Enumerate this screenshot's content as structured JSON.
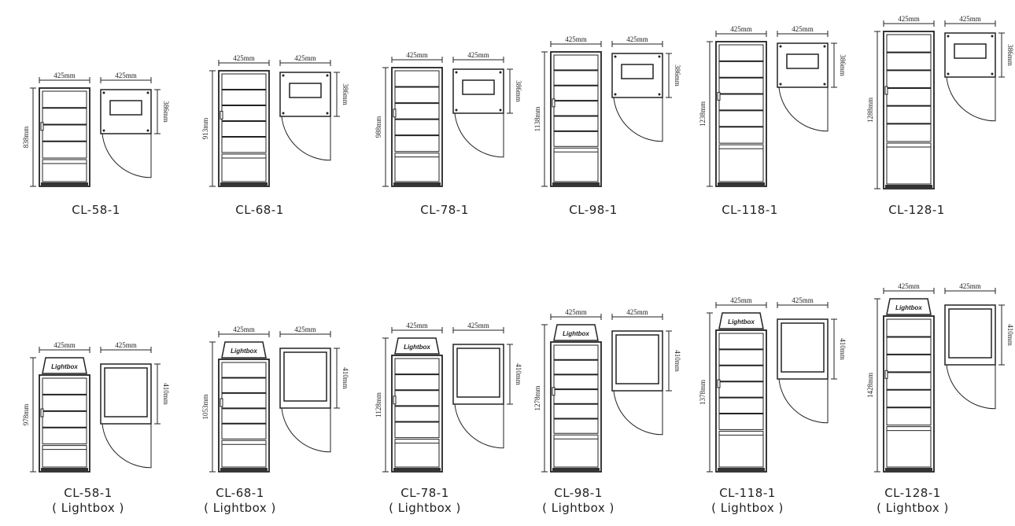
{
  "units": [
    {
      "model": "CL-58-1",
      "sub": "",
      "height": "838mm",
      "width": "425mm",
      "depth": "425mm",
      "plan_height": "386mm",
      "lightbox": false,
      "shelves": 3
    },
    {
      "model": "CL-68-1",
      "sub": "",
      "height": "913mm",
      "width": "425mm",
      "depth": "425mm",
      "plan_height": "386mm",
      "lightbox": false,
      "shelves": 4
    },
    {
      "model": "CL-78-1",
      "sub": "",
      "height": "988mm",
      "width": "425mm",
      "depth": "425mm",
      "plan_height": "386mm",
      "lightbox": false,
      "shelves": 4
    },
    {
      "model": "CL-98-1",
      "sub": "",
      "height": "1138mm",
      "width": "425mm",
      "depth": "425mm",
      "plan_height": "386mm",
      "lightbox": false,
      "shelves": 5
    },
    {
      "model": "CL-118-1",
      "sub": "",
      "height": "1238mm",
      "width": "425mm",
      "depth": "425mm",
      "plan_height": "386mm",
      "lightbox": false,
      "shelves": 5
    },
    {
      "model": "CL-128-1",
      "sub": "",
      "height": "1288mm",
      "width": "425mm",
      "depth": "425mm",
      "plan_height": "386mm",
      "lightbox": false,
      "shelves": 5
    },
    {
      "model": "CL-58-1",
      "sub": "( Lightbox )",
      "height": "978mm",
      "width": "425mm",
      "depth": "425mm",
      "plan_height": "410mm",
      "lightbox": true,
      "lightbox_text": "Lightbox",
      "shelves": 3
    },
    {
      "model": "CL-68-1",
      "sub": "( Lightbox )",
      "height": "1053mm",
      "width": "425mm",
      "depth": "425mm",
      "plan_height": "410mm",
      "lightbox": true,
      "lightbox_text": "Lightbox",
      "shelves": 4
    },
    {
      "model": "CL-78-1",
      "sub": "( Lightbox )",
      "height": "1128mm",
      "width": "425mm",
      "depth": "425mm",
      "plan_height": "410mm",
      "lightbox": true,
      "lightbox_text": "Lightbox",
      "shelves": 4
    },
    {
      "model": "CL-98-1",
      "sub": "( Lightbox )",
      "height": "1278mm",
      "width": "425mm",
      "depth": "425mm",
      "plan_height": "410mm",
      "lightbox": true,
      "lightbox_text": "Lightbox",
      "shelves": 5
    },
    {
      "model": "CL-118-1",
      "sub": "( Lightbox )",
      "height": "1378mm",
      "width": "425mm",
      "depth": "425mm",
      "plan_height": "410mm",
      "lightbox": true,
      "lightbox_text": "Lightbox",
      "shelves": 5
    },
    {
      "model": "CL-128-1",
      "sub": "( Lightbox )",
      "height": "1428mm",
      "width": "425mm",
      "depth": "425mm",
      "plan_height": "410mm",
      "lightbox": true,
      "lightbox_text": "Lightbox",
      "shelves": 5
    }
  ]
}
